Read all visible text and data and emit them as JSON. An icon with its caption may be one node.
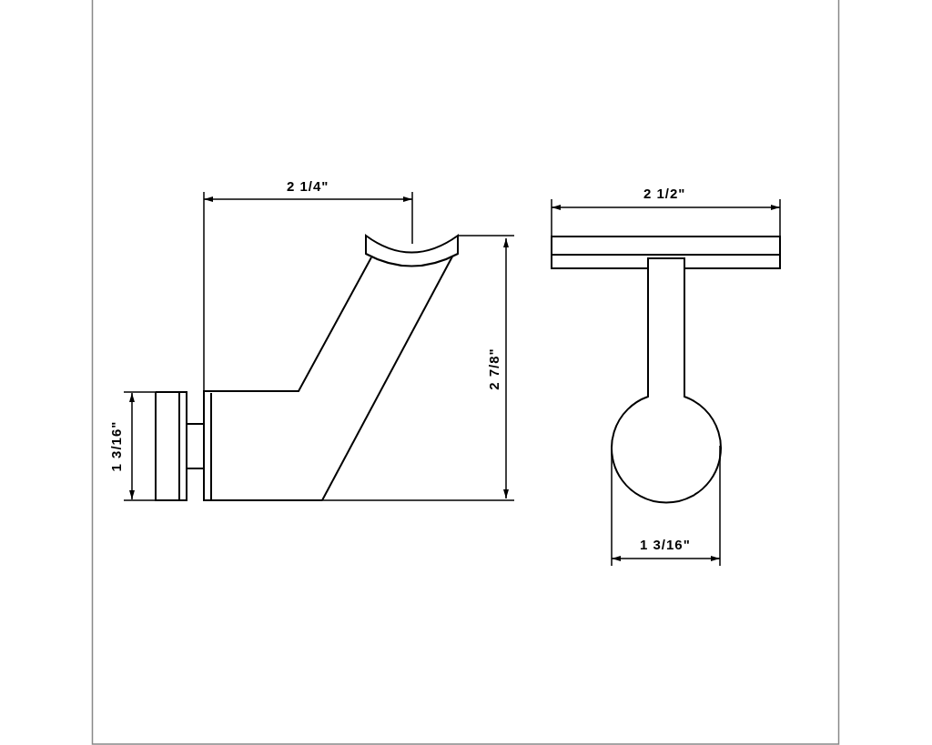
{
  "diagram": {
    "labels": [
      "2 1/4\"",
      "2 1/2\"",
      "2 7/8\"",
      "1 3/16\"",
      "1 3/16\""
    ]
  }
}
